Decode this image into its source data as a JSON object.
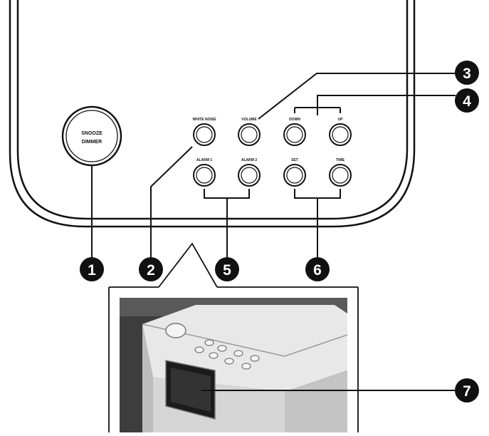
{
  "snooze_button": {
    "line1": "SNOOZE",
    "line2": "DIMMER"
  },
  "buttons": [
    {
      "label": "WHITE NOISE"
    },
    {
      "label": "VOLUME"
    },
    {
      "label": "DOWN"
    },
    {
      "label": "UP"
    },
    {
      "label": "ALARM 1"
    },
    {
      "label": "ALARM 2"
    },
    {
      "label": "SET"
    },
    {
      "label": "TIME"
    }
  ],
  "callouts": [
    "1",
    "2",
    "3",
    "4",
    "5",
    "6",
    "7"
  ],
  "colors": {
    "ink": "#111111",
    "photo_bg": "#3a3a3a",
    "device_body": "#d4d4d4"
  }
}
